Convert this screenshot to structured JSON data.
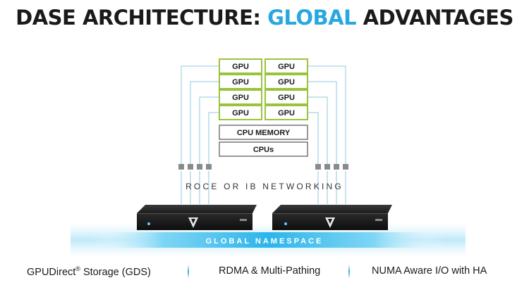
{
  "title": {
    "prefix": "DASE ARCHITECTURE: ",
    "accent": "GLOBAL",
    "suffix": " ADVANTAGES"
  },
  "diagram": {
    "gpu_label": "GPU",
    "cpu_memory_label": "CPU MEMORY",
    "cpus_label": "CPUs",
    "network_label": "ROCE OR IB NETWORKING",
    "namespace_label": "GLOBAL NAMESPACE",
    "accent_color": "#29a8e0",
    "gpu_border_color": "#9bc23c"
  },
  "features": [
    {
      "text": "GPUDirect",
      "sup": "®",
      "rest": " Storage (GDS)"
    },
    {
      "text": "RDMA & Multi-Pathing"
    },
    {
      "text": "NUMA Aware I/O with HA"
    }
  ]
}
